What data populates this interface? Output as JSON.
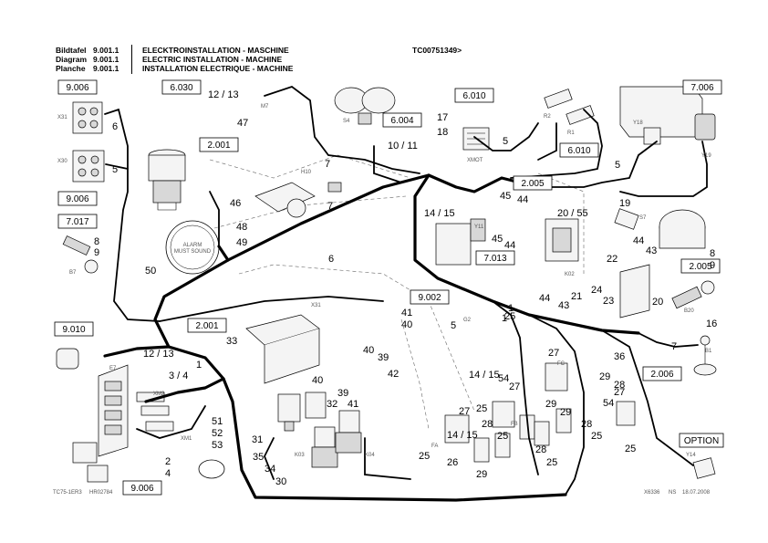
{
  "header": {
    "col1": [
      "Bildtafel",
      "Diagram",
      "Planche"
    ],
    "col2": [
      "9.001.1",
      "9.001.1",
      "9.001.1"
    ],
    "col3": [
      "ELECKTROINSTALLATION - MASCHINE",
      "ELECTRIC INSTALLATION - MACHINE",
      "INSTALLATION ELECTRIQUE - MACHINE"
    ],
    "code": "TC00751349>"
  },
  "ref_boxes": [
    "9.006",
    "6.030",
    "6.010",
    "7.006",
    "6.004",
    "2.001",
    "6.010",
    "9.006",
    "7.017",
    "2.005",
    "7.013",
    "9.002",
    "2.001",
    "9.010",
    "2.005",
    "2.006",
    "OPTION",
    "9.006"
  ],
  "callouts": [
    "12 / 13",
    "47",
    "17",
    "18",
    "10 / 11",
    "5",
    "6",
    "5",
    "7",
    "7",
    "46",
    "48",
    "49",
    "50",
    "8",
    "9",
    "14 / 15",
    "45",
    "44",
    "45",
    "44",
    "20 / 55",
    "19",
    "44",
    "43",
    "22",
    "8",
    "9",
    "6",
    "41",
    "40",
    "5",
    "1",
    "33",
    "40",
    "39",
    "42",
    "40",
    "39",
    "41",
    "44",
    "43",
    "21",
    "24",
    "23",
    "20",
    "16",
    "7",
    "36",
    "12 / 13",
    "1",
    "3 / 4",
    "51",
    "52",
    "53",
    "2",
    "4",
    "31",
    "32",
    "35",
    "34",
    "30",
    "25",
    "26",
    "29",
    "27",
    "28",
    "25",
    "54",
    "27",
    "25",
    "28",
    "29",
    "25",
    "27",
    "29",
    "28",
    "27",
    "54",
    "29",
    "28",
    "25",
    "25",
    "14 / 15",
    "5",
    "1",
    "25",
    "14 / 15"
  ],
  "component_codes": [
    "X31",
    "X30",
    "M7",
    "S4",
    "H10",
    "XMOT",
    "R2",
    "R1",
    "Y18",
    "Y19",
    "B7",
    "E7",
    "Y11",
    "S7",
    "K02",
    "X31",
    "G2",
    "XM2",
    "XM1",
    "K03",
    "K04",
    "FA",
    "FB",
    "FC",
    "B20",
    "B1",
    "Y14"
  ],
  "label_texts": [
    "ALARM",
    "MUST SOUND"
  ],
  "footer": {
    "left": [
      "TC75-1ER3",
      "HR02784"
    ],
    "right": [
      "X6336",
      "NS",
      "18.07.2008"
    ]
  }
}
